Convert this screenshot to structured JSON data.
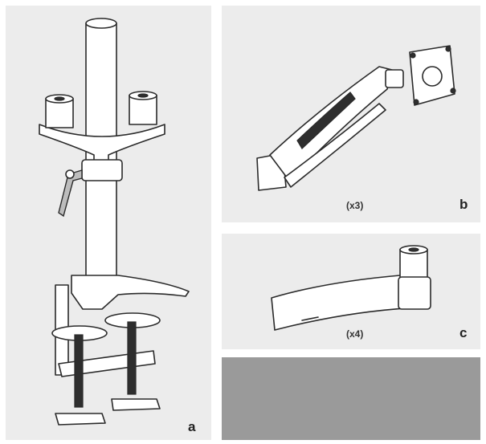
{
  "panels": {
    "a": {
      "letter": "a"
    },
    "b": {
      "letter": "b",
      "quantity": "(x3)"
    },
    "c": {
      "letter": "c",
      "quantity": "(x4)"
    }
  },
  "colors": {
    "panel_background": "#ececec",
    "blank_panel": "#9a9a9a",
    "line": "#2a2a2a"
  }
}
